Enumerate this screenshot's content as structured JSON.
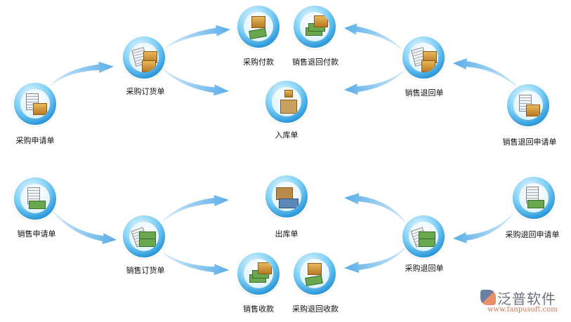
{
  "nodes": {
    "purchase_request": {
      "label": "采购申请单",
      "icon": "boxes-form-icon"
    },
    "purchase_order": {
      "label": "采购订货单",
      "icon": "clipboard-boxes-icon"
    },
    "purchase_payment": {
      "label": "采购付款",
      "icon": "box-payment-icon"
    },
    "sales_return_payment": {
      "label": "销售退回付款",
      "icon": "money-boxes-icon"
    },
    "stock_in": {
      "label": "入库单",
      "icon": "warehouse-in-icon"
    },
    "sales_return": {
      "label": "销售退回单",
      "icon": "clipboard-boxes-icon"
    },
    "sales_return_request": {
      "label": "销售退回申请单",
      "icon": "boxes-form-icon"
    },
    "sales_request": {
      "label": "销售申请单",
      "icon": "money-form-icon"
    },
    "sales_order": {
      "label": "销售订货单",
      "icon": "money-document-icon"
    },
    "stock_out": {
      "label": "出库单",
      "icon": "warehouse-truck-icon"
    },
    "sales_receipt": {
      "label": "销售收款",
      "icon": "money-stack-icon"
    },
    "purchase_return_receipt": {
      "label": "采购退回收款",
      "icon": "box-receipt-icon"
    },
    "purchase_return": {
      "label": "采购退回单",
      "icon": "money-document-icon"
    },
    "purchase_return_request": {
      "label": "采购退回申请单",
      "icon": "money-form-icon"
    }
  },
  "logo": {
    "name": "泛普软件",
    "url": "www.fanpusoft.com"
  },
  "colors": {
    "arrow": "#5aaee8",
    "arrow_light": "#d6ecfb",
    "circle": "#1f8fd6"
  }
}
